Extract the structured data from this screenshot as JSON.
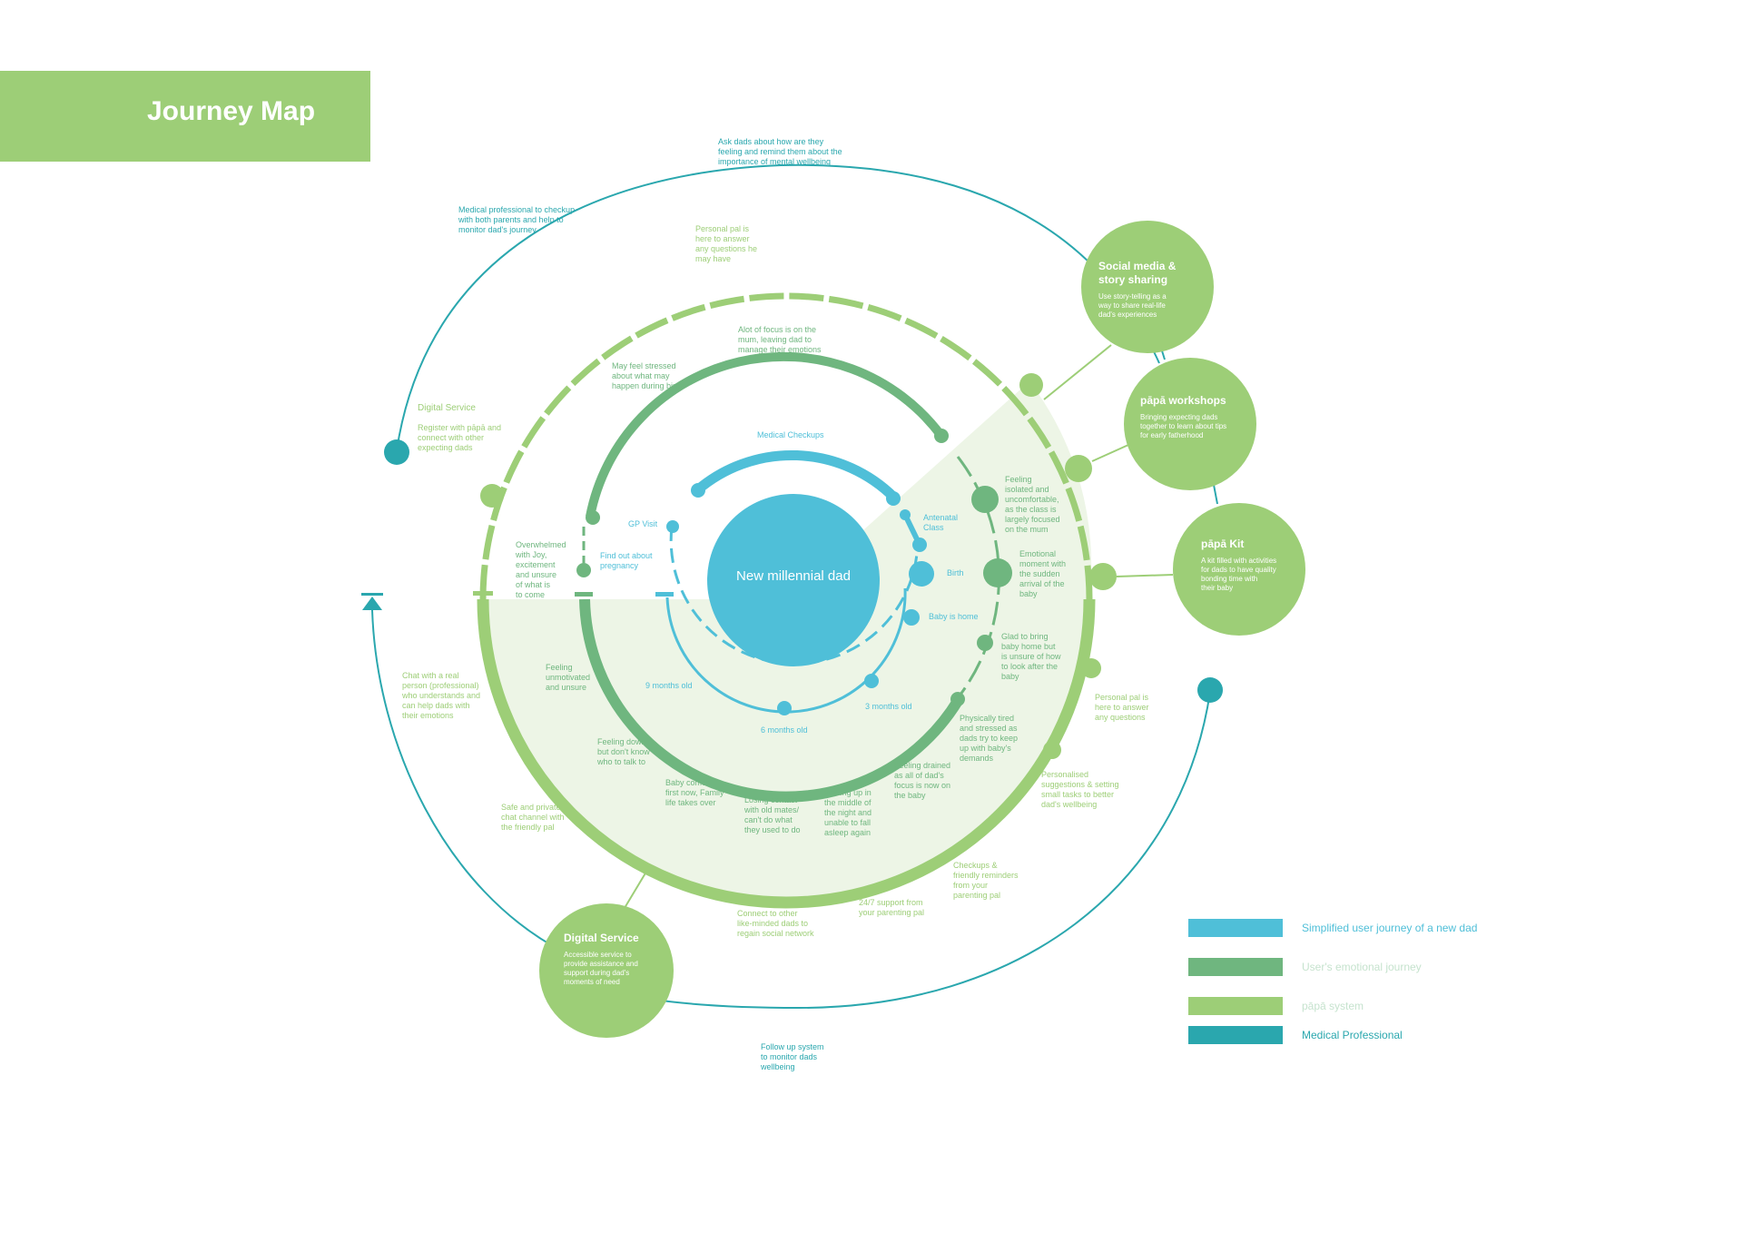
{
  "title": "Journey Map",
  "center_label": "New millennial dad",
  "colors": {
    "simplified_journey": "#4fbfd8",
    "emotional_journey": "#6fb67f",
    "papa_system": "#9dce77",
    "medical_professional": "#2aa7ae",
    "shade": "#edf5e6"
  },
  "medical_labels": {
    "ask_dads": "Ask dads about how are they\nfeeling and remind them about the\nimportance of mental wellbeing",
    "checkup": "Medical professional to checkup\nwith both parents and help to\nmonitor dad's journey",
    "follow_up": "Follow up system\nto monitor dads\nwellbeing"
  },
  "journey_labels": {
    "medical_checkups": "Medical Checkups",
    "gp_visit": "GP Visit",
    "antenatal_class": "Antenatal\nClass",
    "birth": "Birth",
    "baby_is_home": "Baby is home",
    "find_out": "Find out about\npregnancy",
    "nine_months": "9 months old",
    "six_months": "6 months old",
    "three_months": "3 months old"
  },
  "emotion_labels": {
    "focus_on_mum": "Alot of focus is on the\nmum, leaving dad to\nmanage their emotions",
    "stressed": "May feel stressed\nabout what may\nhappen during birth",
    "overwhelmed": "Overwhelmed\nwith Joy,\nexcitement\nand unsure\nof what is\nto come",
    "feeling_isolated": "Feeling\nisolated and\nuncomfortable,\nas the class is\nlargely focused\non the mum",
    "emotional_moment": "Emotional\nmoment with\nthe sudden\narrival of the\nbaby",
    "glad_bring_home": "Glad to bring\nbaby home but\nis unsure of how\nto look after the\nbaby",
    "physically_tired": "Physically tired\nand stressed as\ndads try to keep\nup with baby's\ndemands",
    "feeling_drained": "Feeling drained\nas all of dad's\nfocus is now on\nthe baby",
    "waking_up": "Waking up in\nthe middle of\nthe night and\nunable to fall\nasleep again",
    "losing_contact": "Losing contact\nwith old mates/\ncan't do what\nthey used to do",
    "baby_comes_first": "Baby comes\nfirst now, Family\nlife takes over",
    "feeling_down": "Feeling down\nbut don't know\nwho to talk to",
    "unmotivated": "Feeling\nunmotivated\nand unsure"
  },
  "system_labels": {
    "personal_pal_top": "Personal pal is\nhere to answer\nany questions he\nmay have",
    "digital_service_heading": "Digital Service",
    "register": "Register with pāpā and\nconnect with other\nexpecting dads",
    "chat_real_person": "Chat with a real\nperson (professional)\nwho understands and\ncan help dads with\ntheir emotions",
    "safe_private": "Safe and private\nchat channel with\nthe friendly pal",
    "connect_other": "Connect to other\nlike-minded dads to\nregain social network",
    "support_247": "24/7 support from\nyour parenting pal",
    "checkups_reminders": "Checkups &\nfriendly reminders\nfrom your\nparenting pal",
    "personalised": "Personalised\nsuggestions & setting\nsmall tasks to better\ndad's wellbeing",
    "personal_pal_right": "Personal pal is\nhere to answer\nany questions"
  },
  "bubbles": {
    "social": {
      "title": "Social media &\nstory sharing",
      "desc": "Use story-telling as a\nway to share real-life\ndad's experiences"
    },
    "workshops": {
      "title": "pāpā workshops",
      "desc": "Bringing expecting dads\ntogether to learn about tips\nfor early fatherhood"
    },
    "kit": {
      "title": "pāpā Kit",
      "desc": "A kit filled with activities\nfor dads to have quality\nbonding time with\ntheir baby"
    },
    "digital": {
      "title": "Digital Service",
      "desc": "Accessible service to\nprovide assistance and\nsupport during dad's\nmoments of need"
    }
  },
  "legend": [
    {
      "label": "Simplified user journey of a new dad",
      "color": "#4fbfd8",
      "text_color": "#4fbfd8"
    },
    {
      "label": "User's emotional journey",
      "color": "#6fb67f",
      "text_color": "#c6e3ce"
    },
    {
      "label": "pāpā system",
      "color": "#9dce77",
      "text_color": "#c6e3ce"
    },
    {
      "label": "Medical Professional",
      "color": "#2aa7ae",
      "text_color": "#2aa7ae"
    }
  ]
}
